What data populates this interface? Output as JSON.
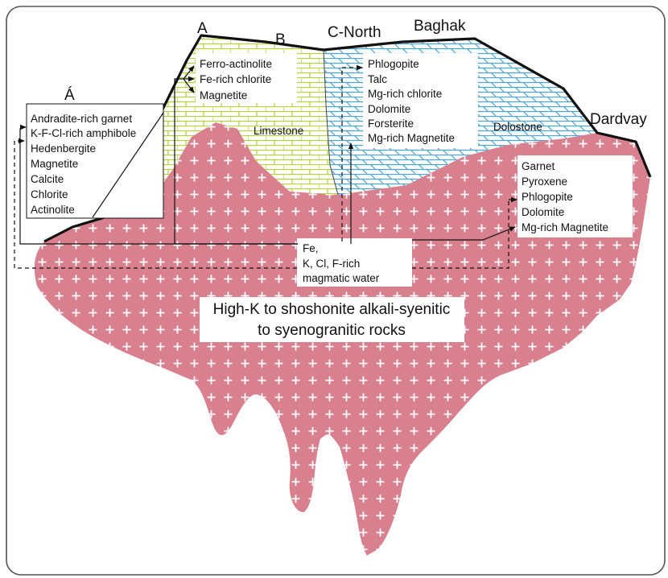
{
  "sites": {
    "a_prime": "Á",
    "a": "A",
    "b": "B",
    "c_north": "C-North",
    "baghak": "Baghak",
    "dardvay": "Dardvay"
  },
  "rocks": {
    "limestone": "Limestone",
    "dolostone": "Dolostone",
    "intrusion": [
      "High-K to shoshonite alkali-syenitic",
      "to syenogranitic rocks"
    ]
  },
  "fluid": [
    "Fe,",
    "K, Cl, F-rich",
    "magmatic water"
  ],
  "assemblages": {
    "a_prime": [
      "Andradite-rich garnet",
      "K-F-Cl-rich amphibole",
      "Hedenbergite",
      "Magnetite",
      "Calcite",
      "Chlorite",
      "Actinolite"
    ],
    "a_b": [
      "Ferro-actinolite",
      "Fe-rich chlorite",
      "Magnetite"
    ],
    "c_north_baghak": [
      "Phlogopite",
      "Talc",
      "Mg-rich chlorite",
      "Dolomite",
      "Forsterite",
      "Mg-rich Magnetite"
    ],
    "dardvay": [
      "Garnet",
      "Pyroxene",
      "Phlogopite",
      "Dolomite",
      "Mg-rich Magnetite"
    ]
  },
  "colors": {
    "intrusion_fill": "#d9808f",
    "intrusion_cross": "#ffffff",
    "limestone_fill": "#ffffff",
    "limestone_line": "#b3d33c",
    "dolostone_fill": "#ffffff",
    "dolostone_line": "#4aa3d8",
    "outline": "#111111"
  }
}
